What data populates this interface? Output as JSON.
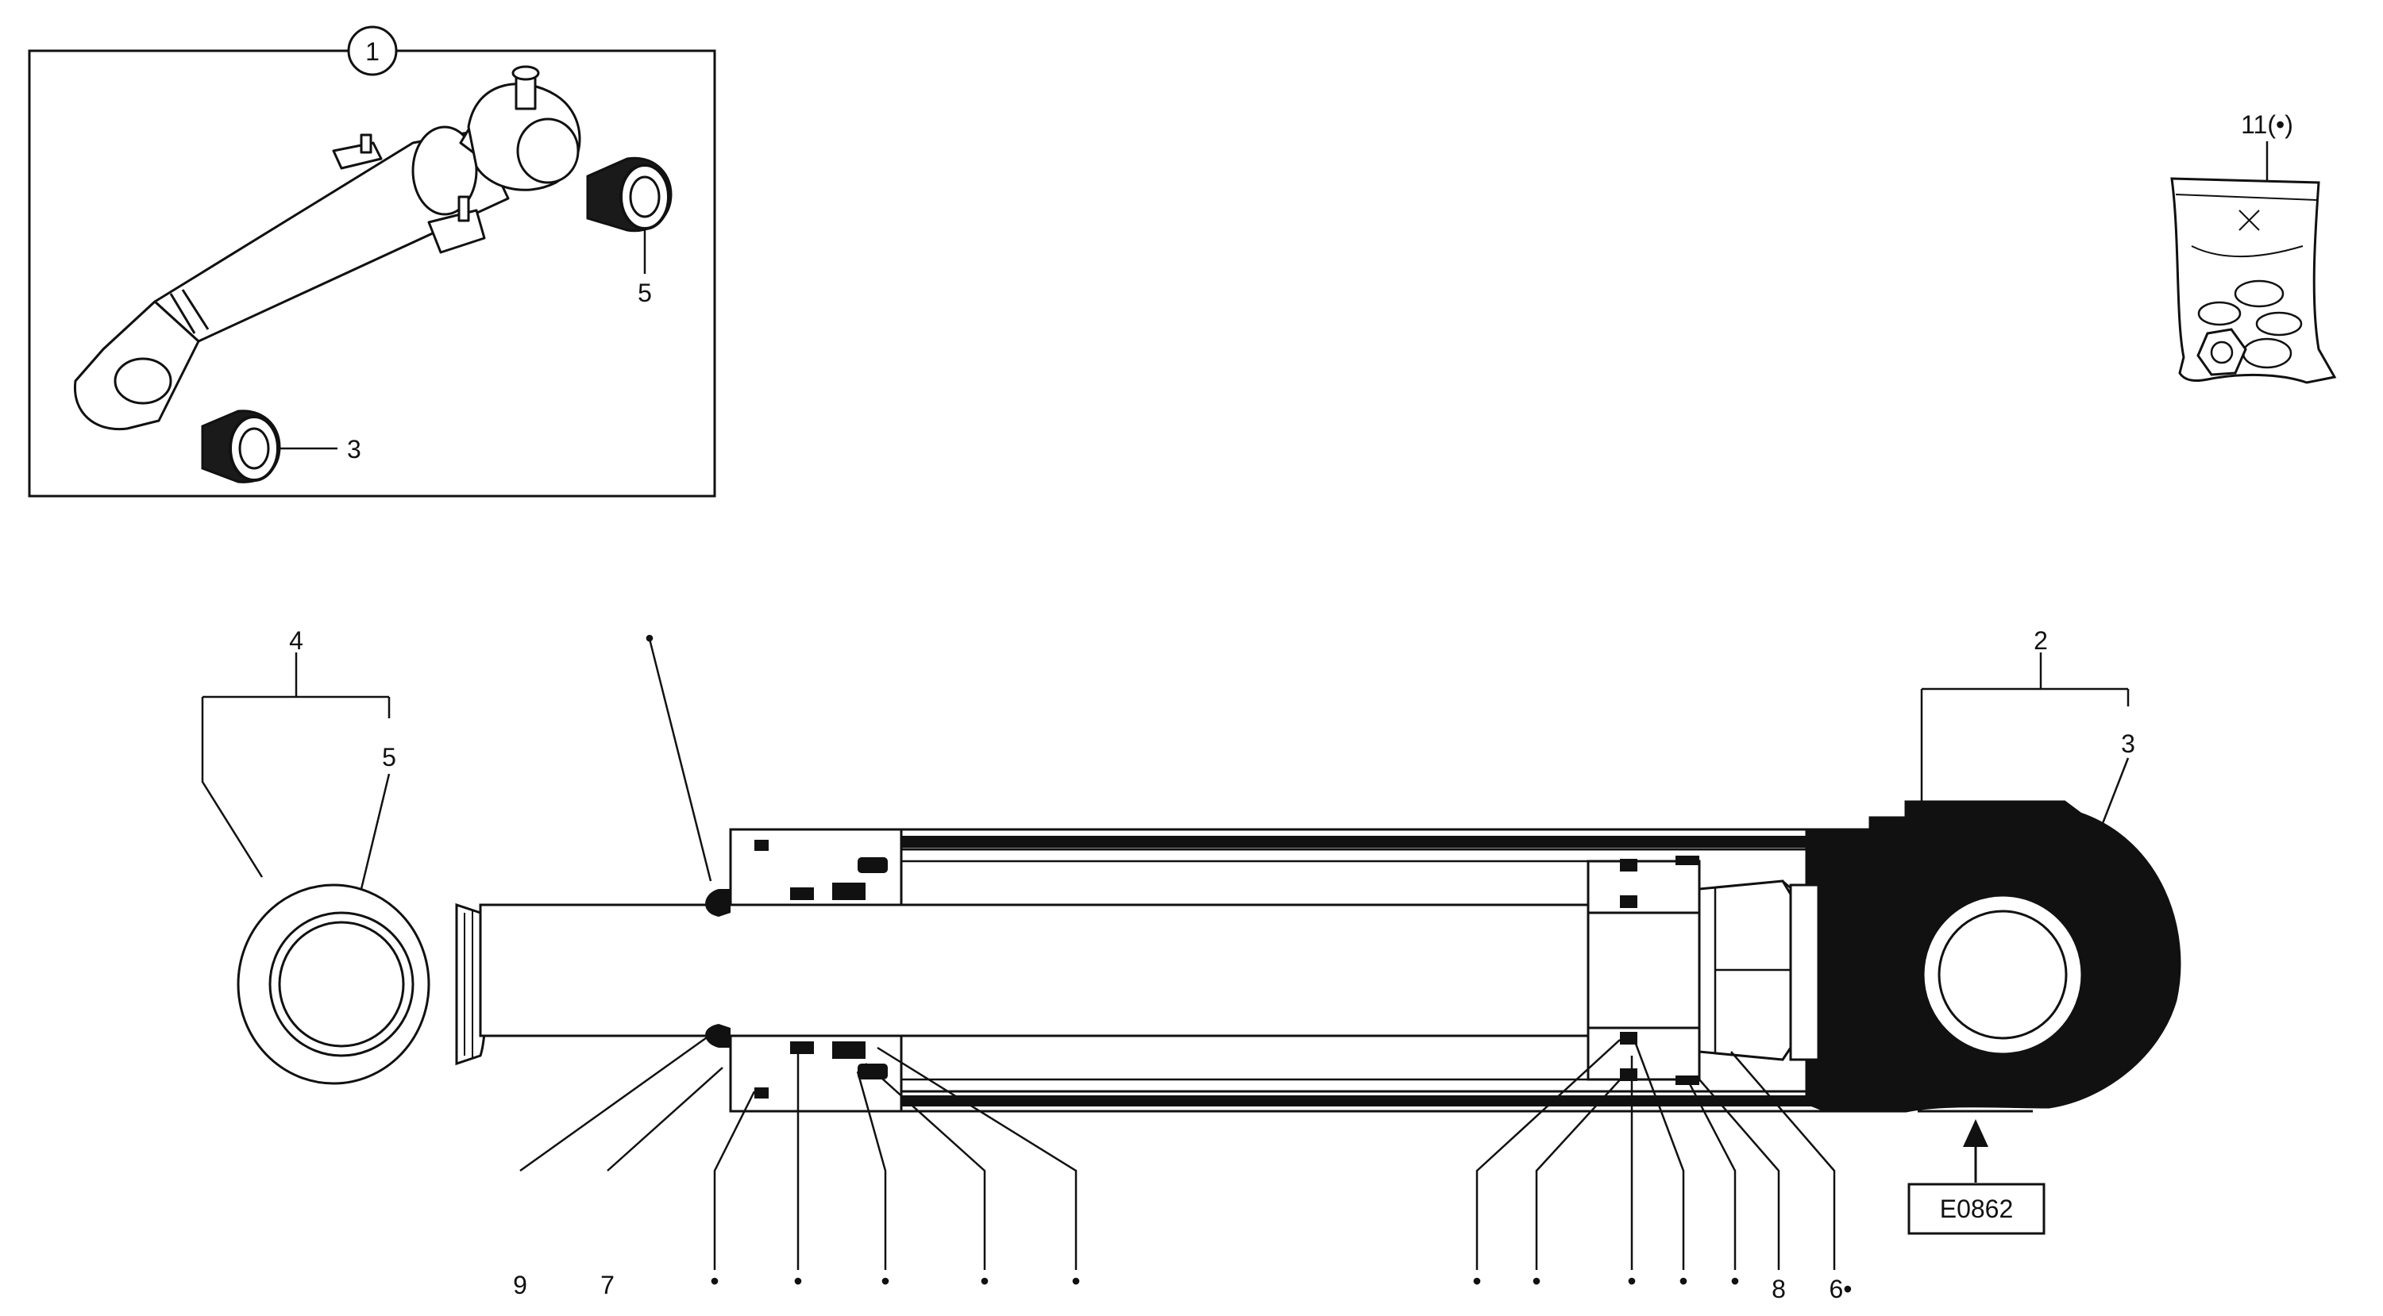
{
  "diagram": {
    "callouts": {
      "assembly_circle": "1",
      "inset_bushing_right": "5",
      "inset_bushing_left": "3",
      "seal_kit": "11(•)",
      "rod_end_bracket": "4",
      "rod_end_bushing": "5",
      "barrel_bracket": "2",
      "barrel_bushing": "3",
      "bottom_9": "9",
      "bottom_7": "7",
      "bottom_8": "8",
      "bottom_6": "6•",
      "bullet": "•"
    },
    "view_marker": {
      "code": "E0862"
    }
  }
}
